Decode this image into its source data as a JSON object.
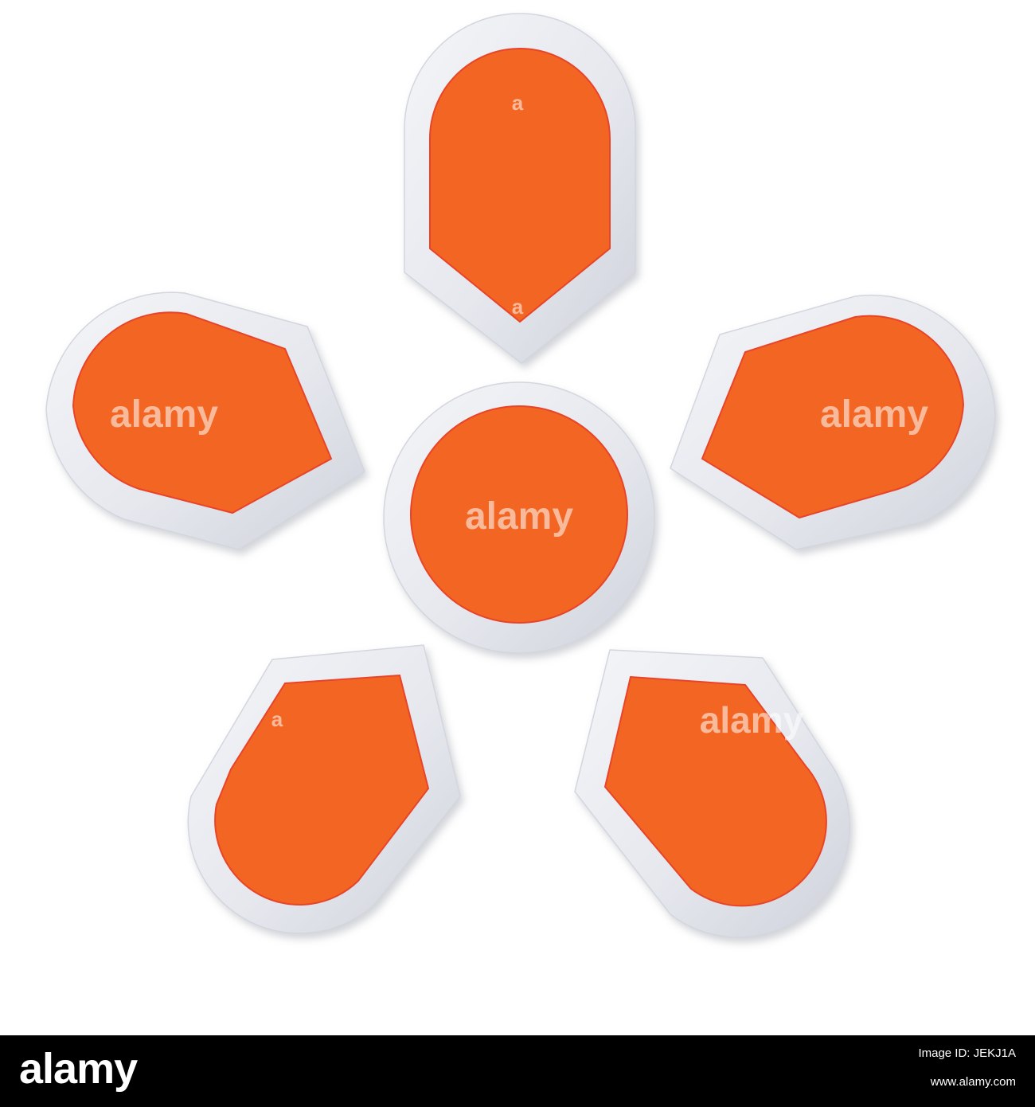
{
  "colors": {
    "background": "#ffffff",
    "petal_fill": "#f26522",
    "petal_inner_edge": "#e8442a",
    "petal_frame": "#e9ebf1",
    "frame_shadow": "#c9ccd6",
    "footer_background": "#000000",
    "footer_text": "#ffffff"
  },
  "diagram": {
    "center_label": "",
    "petal_labels": [
      "",
      "",
      "",
      "",
      ""
    ]
  },
  "watermark": {
    "word": "alamy",
    "letter": "a"
  },
  "footer": {
    "brand": "alamy",
    "image_id": "Image ID: JEKJ1A",
    "url": "www.alamy.com"
  }
}
